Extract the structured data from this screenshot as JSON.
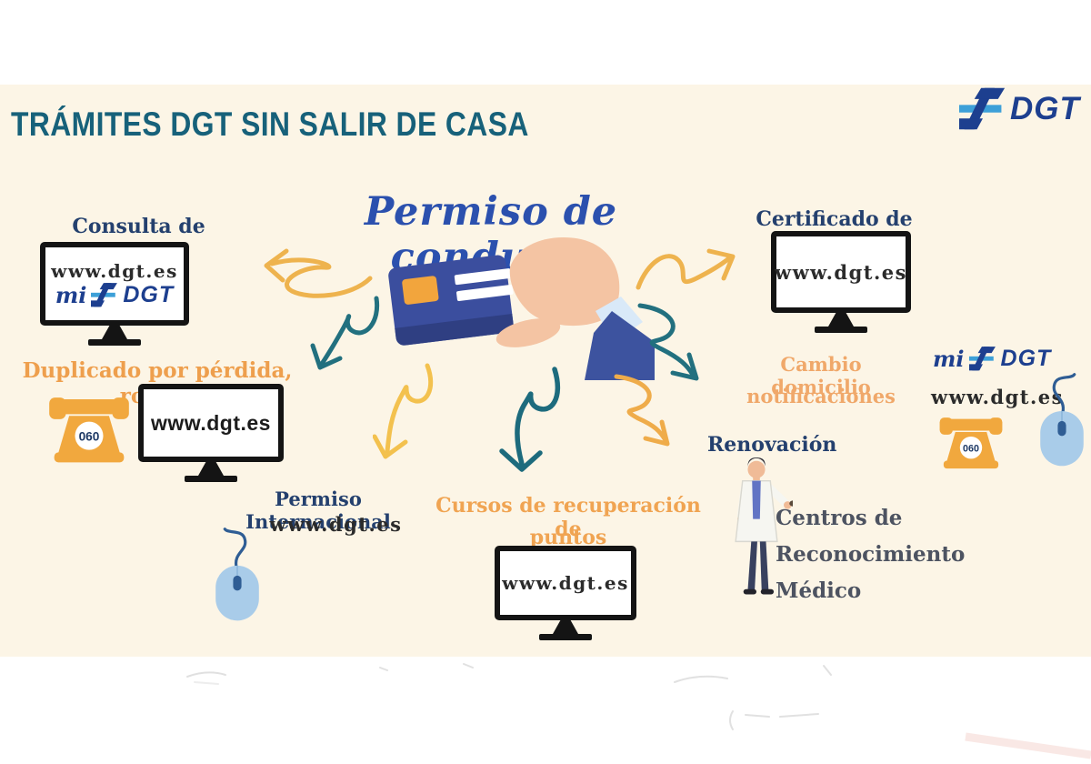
{
  "header": {
    "title": "TRÁMITES DGT SIN SALIR DE CASA",
    "logo_text": "DGT"
  },
  "center": {
    "heading": "Permiso de conducir"
  },
  "mi_dgt": {
    "mi": "mi",
    "dgt": "DGT"
  },
  "phone_number": "060",
  "nodes": {
    "consulta": {
      "label": "Consulta de puntos",
      "url": "www.dgt.es"
    },
    "certificado": {
      "label": "Certificado de puntos",
      "url": "www.dgt.es"
    },
    "duplicado": {
      "label": "Duplicado por pérdida, robo...",
      "url": "www.dgt.es"
    },
    "cambio": {
      "line1": "Cambio domicilio",
      "line2": "notificaciones",
      "url": "www.dgt.es"
    },
    "permiso_internacional": {
      "label": "Permiso Internacional",
      "url": "www.dgt.es"
    },
    "cursos": {
      "line1": "Cursos de recuperación de",
      "line2": "puntos",
      "url": "www.dgt.es"
    },
    "renovacion": {
      "label": "Renovación",
      "center1": "Centros de",
      "center2": "Reconocimiento",
      "center3": "Médico"
    }
  },
  "colors": {
    "panel_cream": "#fcf5e6",
    "title_teal": "#17617a",
    "heading_blue": "#2b50ae",
    "label_navy": "#24406e",
    "label_orange": "#ee9f4d",
    "arrow_teal": "#22707f",
    "arrow_orange": "#eeb34e",
    "arrow_yellow": "#f3c14e",
    "phone_orange": "#f1a83e",
    "mouse_blue": "#a9cce9",
    "logo_navy": "#1d3f8f",
    "logo_lightblue": "#3da0d8",
    "card_blue": "#3b4e9e"
  }
}
